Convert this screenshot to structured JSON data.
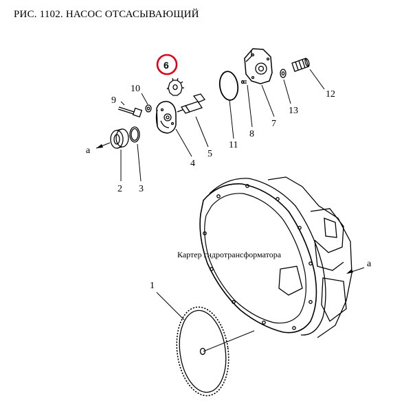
{
  "title": "РИС. 1102. НАСОС ОТСАСЫВАЮЩИЙ",
  "highlight_color": "#e0001b",
  "highlighted_part": "6",
  "callouts": {
    "p1": "1",
    "p2": "2",
    "p3": "3",
    "p4": "4",
    "p5": "5",
    "p6": "6",
    "p7": "7",
    "p8": "8",
    "p9": "9",
    "p10": "10",
    "p11": "11",
    "p12": "12",
    "p13": "13"
  },
  "arrow_left_label": "a",
  "arrow_right_label": "a",
  "housing_label": "Картер гидротрансформатора"
}
